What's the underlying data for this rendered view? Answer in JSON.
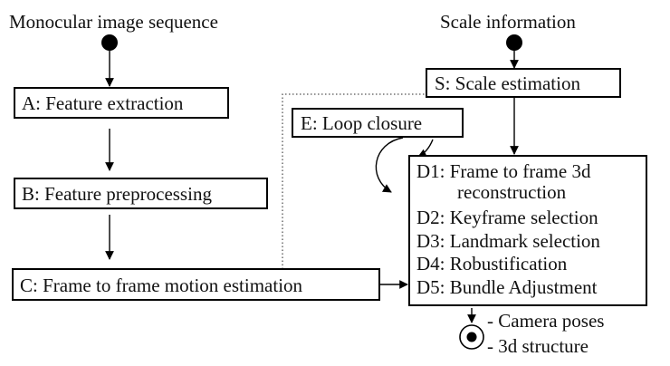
{
  "headings": {
    "left": "Monocular image sequence",
    "right": "Scale information"
  },
  "nodes": {
    "a": "A: Feature extraction",
    "b": "B: Feature preprocessing",
    "c": "C: Frame to frame motion estimation",
    "s": "S: Scale estimation",
    "e": "E: Loop closure",
    "d": [
      "D1: Frame to frame 3d",
      "reconstruction",
      "D2: Keyframe selection",
      "D3: Landmark selection",
      "D4: Robustification",
      "D5: Bundle Adjustment"
    ]
  },
  "outputs": [
    "- Camera poses",
    "- 3d structure"
  ]
}
